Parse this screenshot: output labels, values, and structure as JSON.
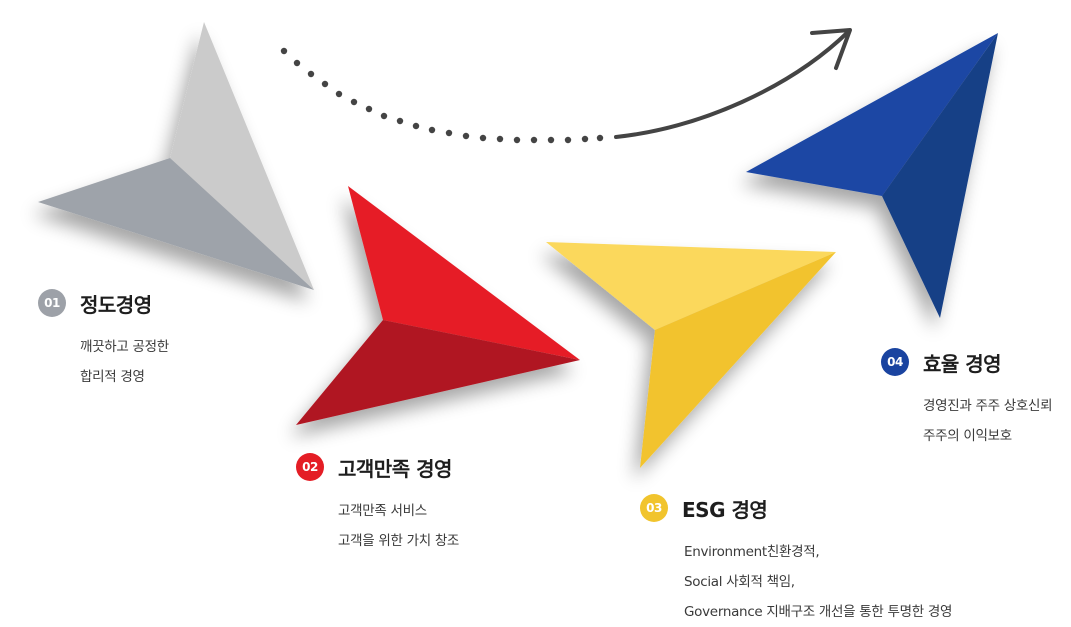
{
  "steps": [
    {
      "number": "01",
      "title": "정도경영",
      "color": "#9da1a8",
      "lines": [
        "깨끗하고 공정한",
        "합리적 경영"
      ]
    },
    {
      "number": "02",
      "title": "고객만족 경영",
      "color": "#e41d25",
      "lines": [
        "고객만족 서비스",
        "고객을 위한 가치 창조"
      ]
    },
    {
      "number": "03",
      "title": "ESG 경영",
      "color": "#f1c42d",
      "lines": [
        "Environment친환경적,",
        "Social 사회적 책임,",
        "Governance 지배구조 개선을 통한 투명한 경영"
      ]
    },
    {
      "number": "04",
      "title": "효율 경영",
      "color": "#1a44a0",
      "lines": [
        "경영진과 주주 상호신뢰",
        "주주의 이익보호"
      ]
    }
  ],
  "arrow_color": "#444444"
}
